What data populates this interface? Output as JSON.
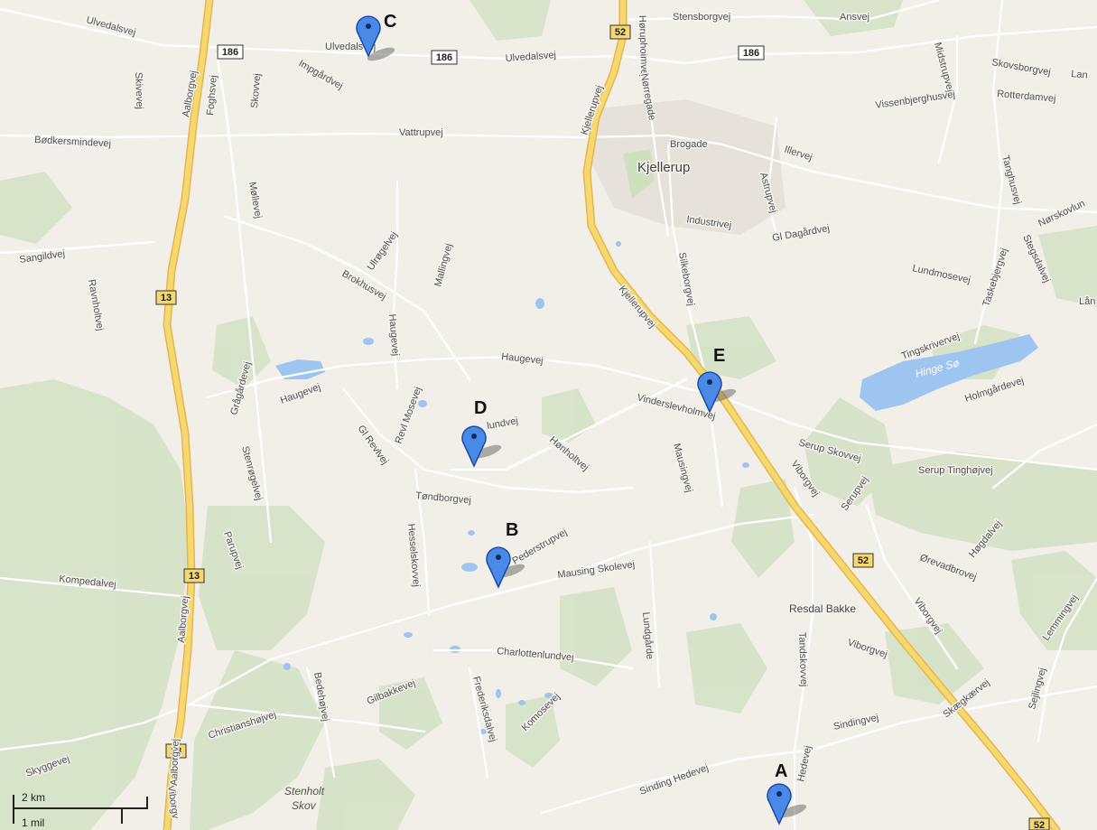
{
  "map": {
    "markers": [
      {
        "id": "A",
        "letter": "A"
      },
      {
        "id": "B",
        "letter": "B"
      },
      {
        "id": "C",
        "letter": "C"
      },
      {
        "id": "D",
        "letter": "D"
      },
      {
        "id": "E",
        "letter": "E"
      }
    ],
    "towns": {
      "kjellerup": "Kjellerup"
    },
    "places": {
      "resdal_bakke": "Resdal Bakke",
      "stenholt": "Stenholt",
      "skov": "Skov",
      "hinge_so": "Hinge Sø"
    },
    "route_shields": {
      "r186_a": "186",
      "r186_b": "186",
      "r186_c": "186",
      "r52_a": "52",
      "r52_b": "52",
      "r52_c": "52",
      "r13_a": "13",
      "r13_b": "13",
      "r13_c": "13"
    },
    "roads": {
      "ulvedalsvej_w": "Ulvedalsvej",
      "ulvedalsvej_c": "Ulvedalsvej",
      "ulvedalsvej_e": "Ulvedalsvej",
      "stensborgvej": "Stensborgvej",
      "ansvej": "Ansvej",
      "horuphoimvej": "Høruphoimvej",
      "midstrupvej": "Midstrupvej",
      "skovsborgvej": "Skovsborgvej",
      "rotterdamvej": "Rotterdamvej",
      "vissenbjerghusvej": "Vissenbjerghusvej",
      "impgardvej": "Impgårdvej",
      "skivevej": "Skivevej",
      "foghsvej": "Foghsvej",
      "skovvej": "Skovvej",
      "aalborgvej_n": "Aalborgvej",
      "bodkersmindevej": "Bødkersmindevej",
      "vattrupvej": "Vattrupvej",
      "kjellerupvej_n": "Kjellerupvej",
      "norregade": "Nørregade",
      "brogade": "Brogade",
      "illervej": "Illervej",
      "astrupvej": "Astrupvej",
      "tanghusvej": "Tanghusvej",
      "norskovlund": "Nørskovlun",
      "mollevej": "Møllevej",
      "industrivej": "Industrivej",
      "gl_dagardvej": "Gl Dagårdvej",
      "sangildvej": "Sangildvej",
      "ulrogelvej": "Ulrøgelvej",
      "mallingvej": "Mallingvej",
      "silkeborgvej": "Silkeborgvej",
      "lundmosevej": "Lundmosevej",
      "taskebjergvej": "Taskebjergvej",
      "stegsdalvej": "Stegsdalvej",
      "ravnholtvej": "Ravnholtvej",
      "brokhusvej": "Brokhusvej",
      "haugevej_n": "Haugevej",
      "kjellerupvej_s": "Kjellerupvej",
      "tingskrivervej": "Tingskrivervej",
      "lan_a": "Lån",
      "lan_b": "Lan",
      "holmgardevej": "Holmgårdevej",
      "haugevej_w": "Haugevej",
      "haugevej_c": "Haugevej",
      "vinderslevholmvej": "Vinderslevholmvej",
      "gragardevej": "Grågårdevej",
      "gl_revlvej": "Gl Revlvej",
      "revl_mosevej": "Revl Mosevej",
      "lundvej": "lundvej",
      "honholtvej": "Hønholtvej",
      "serup_skovvej": "Serup Skovvej",
      "serup_tinghojvej": "Serup Tinghøjvej",
      "stenrogelvej": "Stenrøgelvej",
      "mausingvej": "Mausingvej",
      "serupvej": "Serupvej",
      "tondborgvej": "Tøndborgvej",
      "viborgvej_ne": "Viborgvej",
      "pederstrupvej": "Pederstrupvej",
      "hesselskovvej": "Hesselskovvej",
      "hogdalvej": "Høgdalvej",
      "orevadbrovej": "Ørevadbrovej",
      "parupvej": "Parupvej",
      "mausing_skolevej": "Mausing Skolevej",
      "kompedalvej": "Kompedalvej",
      "lemmingvej": "Lemmingvej",
      "lundgarde": "Lundgårde",
      "tandskovvej": "Tandskovvej",
      "viborgvej_se": "Viborgvej",
      "aalborgvej_s": "Aalborgvej",
      "charlottenlundvej": "Charlottenlundvej",
      "viborgvej_mid": "Viborgvej",
      "bedehojvej": "Bedehøjvej",
      "gilbakkevej": "Gilbakkevej",
      "frederiksdalvej": "Frederiksdalvej",
      "komosevej": "Komosevej",
      "skaegkaervej": "Skægkærvej",
      "sejlingvej": "Sejlingvej",
      "christianshojvej": "Christianshøjvej",
      "sindingvej": "Sindingvej",
      "skyggevej": "Skyggevej",
      "sinding_hedevej": "Sinding Hedevej",
      "viborgvej_sw": "Viborgv",
      "hedevej": "Hedevej",
      "aalborgvej_mid": "Aalborgvej"
    },
    "scale": {
      "km": "2 km",
      "mi": "1 mil"
    }
  }
}
